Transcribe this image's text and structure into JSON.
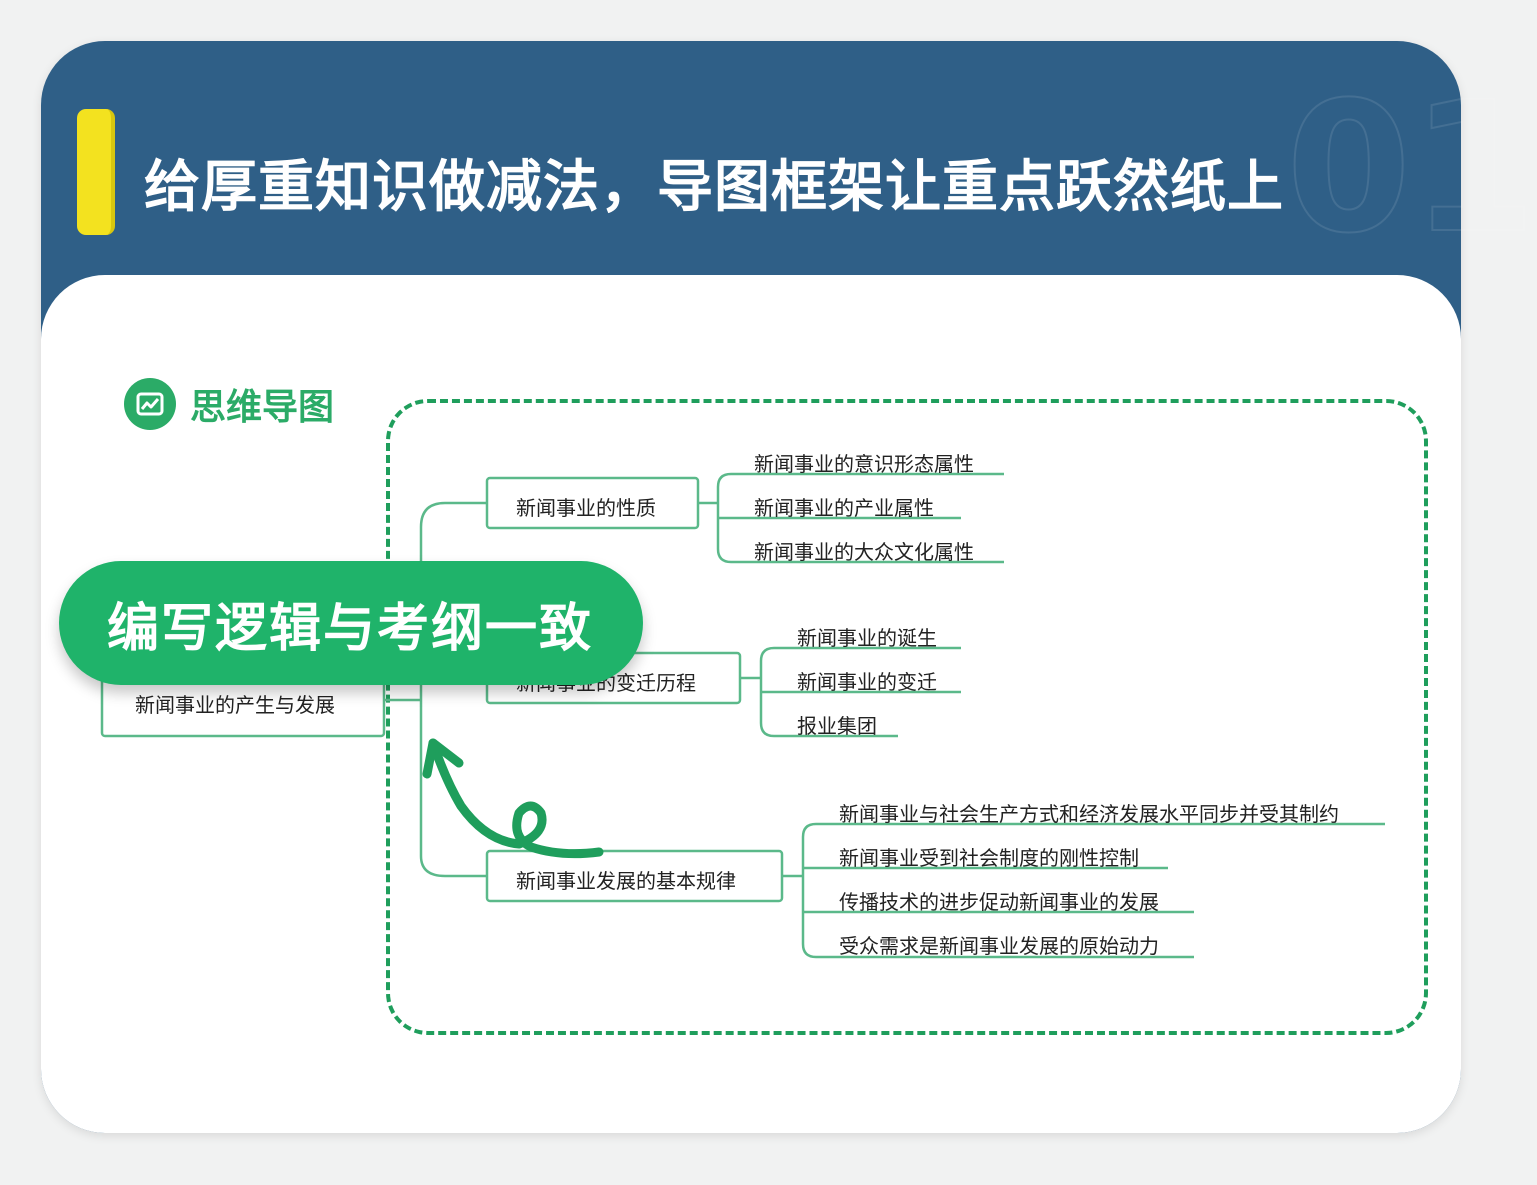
{
  "header": {
    "title": "给厚重知识做减法，导图框架让重点跃然纸上",
    "watermark": "01"
  },
  "brand": {
    "label": "思维导图"
  },
  "badge": {
    "text": "编写逻辑与考纲一致"
  },
  "mindmap": {
    "root": "新闻事业的产生与发展",
    "branches": [
      {
        "label": "新闻事业的性质",
        "children": [
          "新闻事业的意识形态属性",
          "新闻事业的产业属性",
          "新闻事业的大众文化属性"
        ]
      },
      {
        "label": "新闻事业的变迁历程",
        "children": [
          "新闻事业的诞生",
          "新闻事业的变迁",
          "报业集团"
        ]
      },
      {
        "label": "新闻事业发展的基本规律",
        "children": [
          "新闻事业与社会生产方式和经济发展水平同步并受其制约",
          "新闻事业受到社会制度的刚性控制",
          "传播技术的进步促动新闻事业的发展",
          "受众需求是新闻事业发展的原始动力"
        ]
      }
    ]
  },
  "colors": {
    "header_bg": "#2f5f87",
    "accent_yellow": "#f3e21f",
    "brand_green": "#2bab67",
    "line_green": "#5bb98a"
  }
}
